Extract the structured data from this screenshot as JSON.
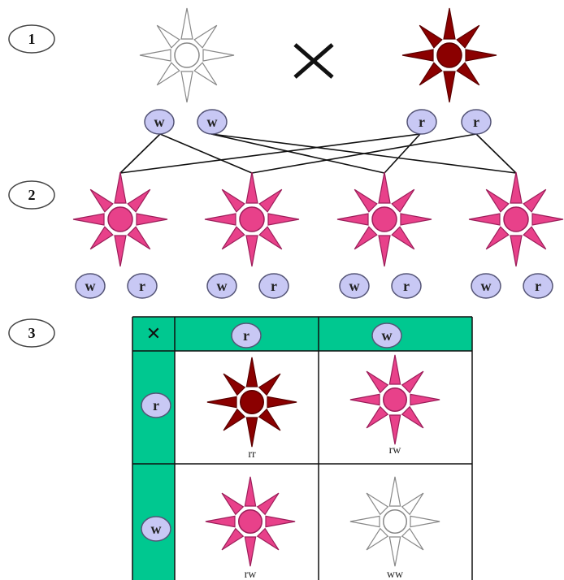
{
  "steps": [
    "1",
    "2",
    "3"
  ],
  "colors": {
    "white_flower_fill": "#ffffff",
    "white_flower_stroke": "#888888",
    "red_flower_fill": "#8b0000",
    "pink_flower_fill": "#e8418a",
    "allele_fill": "#c8c8f4",
    "allele_stroke": "#555577",
    "punnett_header": "#00c890"
  },
  "parents": {
    "left": {
      "color": "white",
      "alleles": [
        "w",
        "w"
      ]
    },
    "cross_symbol": "✕",
    "right": {
      "color": "red",
      "alleles": [
        "r",
        "r"
      ]
    }
  },
  "f1": [
    {
      "color": "pink",
      "alleles": [
        "w",
        "r"
      ]
    },
    {
      "color": "pink",
      "alleles": [
        "w",
        "r"
      ]
    },
    {
      "color": "pink",
      "alleles": [
        "w",
        "r"
      ]
    },
    {
      "color": "pink",
      "alleles": [
        "w",
        "r"
      ]
    }
  ],
  "punnett": {
    "corner": "✕",
    "columns": [
      "r",
      "w"
    ],
    "rows": [
      "r",
      "w"
    ],
    "cells": [
      [
        {
          "color": "red",
          "genotype": "rr"
        },
        {
          "color": "pink",
          "genotype": "rw"
        }
      ],
      [
        {
          "color": "pink",
          "genotype": "rw"
        },
        {
          "color": "white",
          "genotype": "ww"
        }
      ]
    ]
  }
}
